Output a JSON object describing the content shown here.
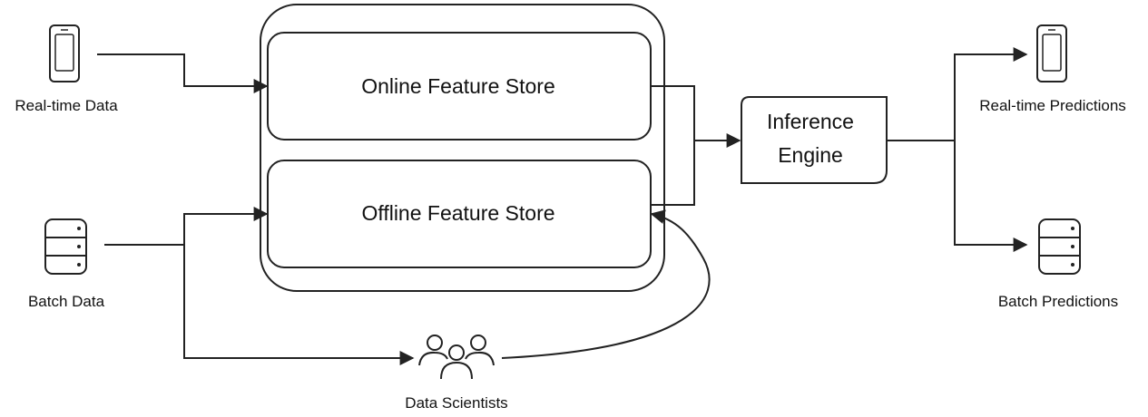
{
  "sources": {
    "realtime_label": "Real-time Data",
    "batch_label": "Batch Data",
    "realtime_icon": "smartphone-icon",
    "batch_icon": "database-icon"
  },
  "feature_store": {
    "online_label": "Online Feature Store",
    "offline_label": "Offline Feature Store"
  },
  "inference": {
    "line1": "Inference",
    "line2": "Engine"
  },
  "outputs": {
    "realtime_label": "Real-time Predictions",
    "batch_label": "Batch Predictions",
    "realtime_icon": "smartphone-icon",
    "batch_icon": "database-icon"
  },
  "people": {
    "label": "Data Scientists",
    "icon": "users-group-icon"
  },
  "colors": {
    "stroke": "#222222",
    "background": "#ffffff"
  }
}
